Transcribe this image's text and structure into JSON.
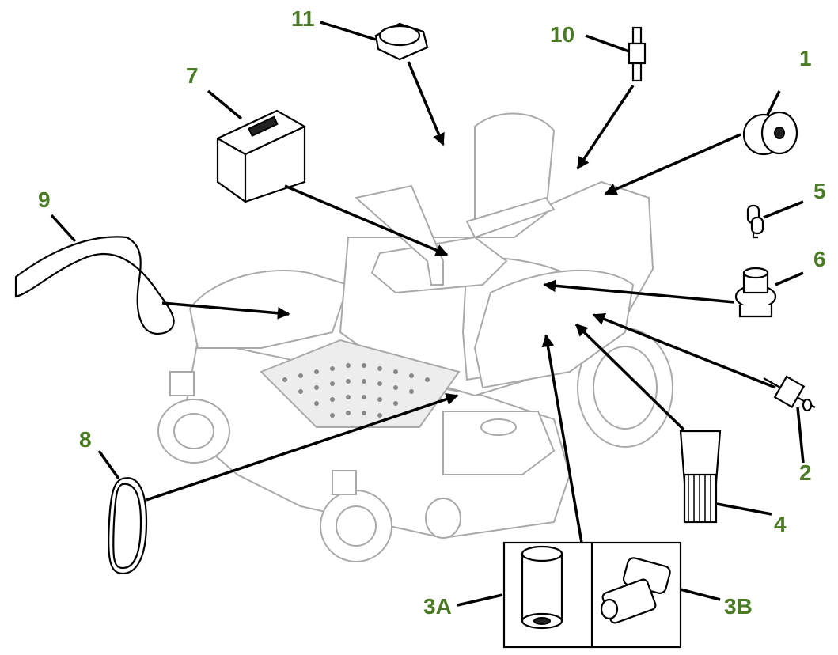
{
  "colors": {
    "callout": "#4a7a23",
    "line": "#000000",
    "mower": "#a9a9a9"
  },
  "callouts": {
    "c1": "1",
    "c2": "2",
    "c3a": "3A",
    "c3b": "3B",
    "c4": "4",
    "c5": "5",
    "c6": "6",
    "c7": "7",
    "c8": "8",
    "c9": "9",
    "c10": "10",
    "c11": "11"
  }
}
